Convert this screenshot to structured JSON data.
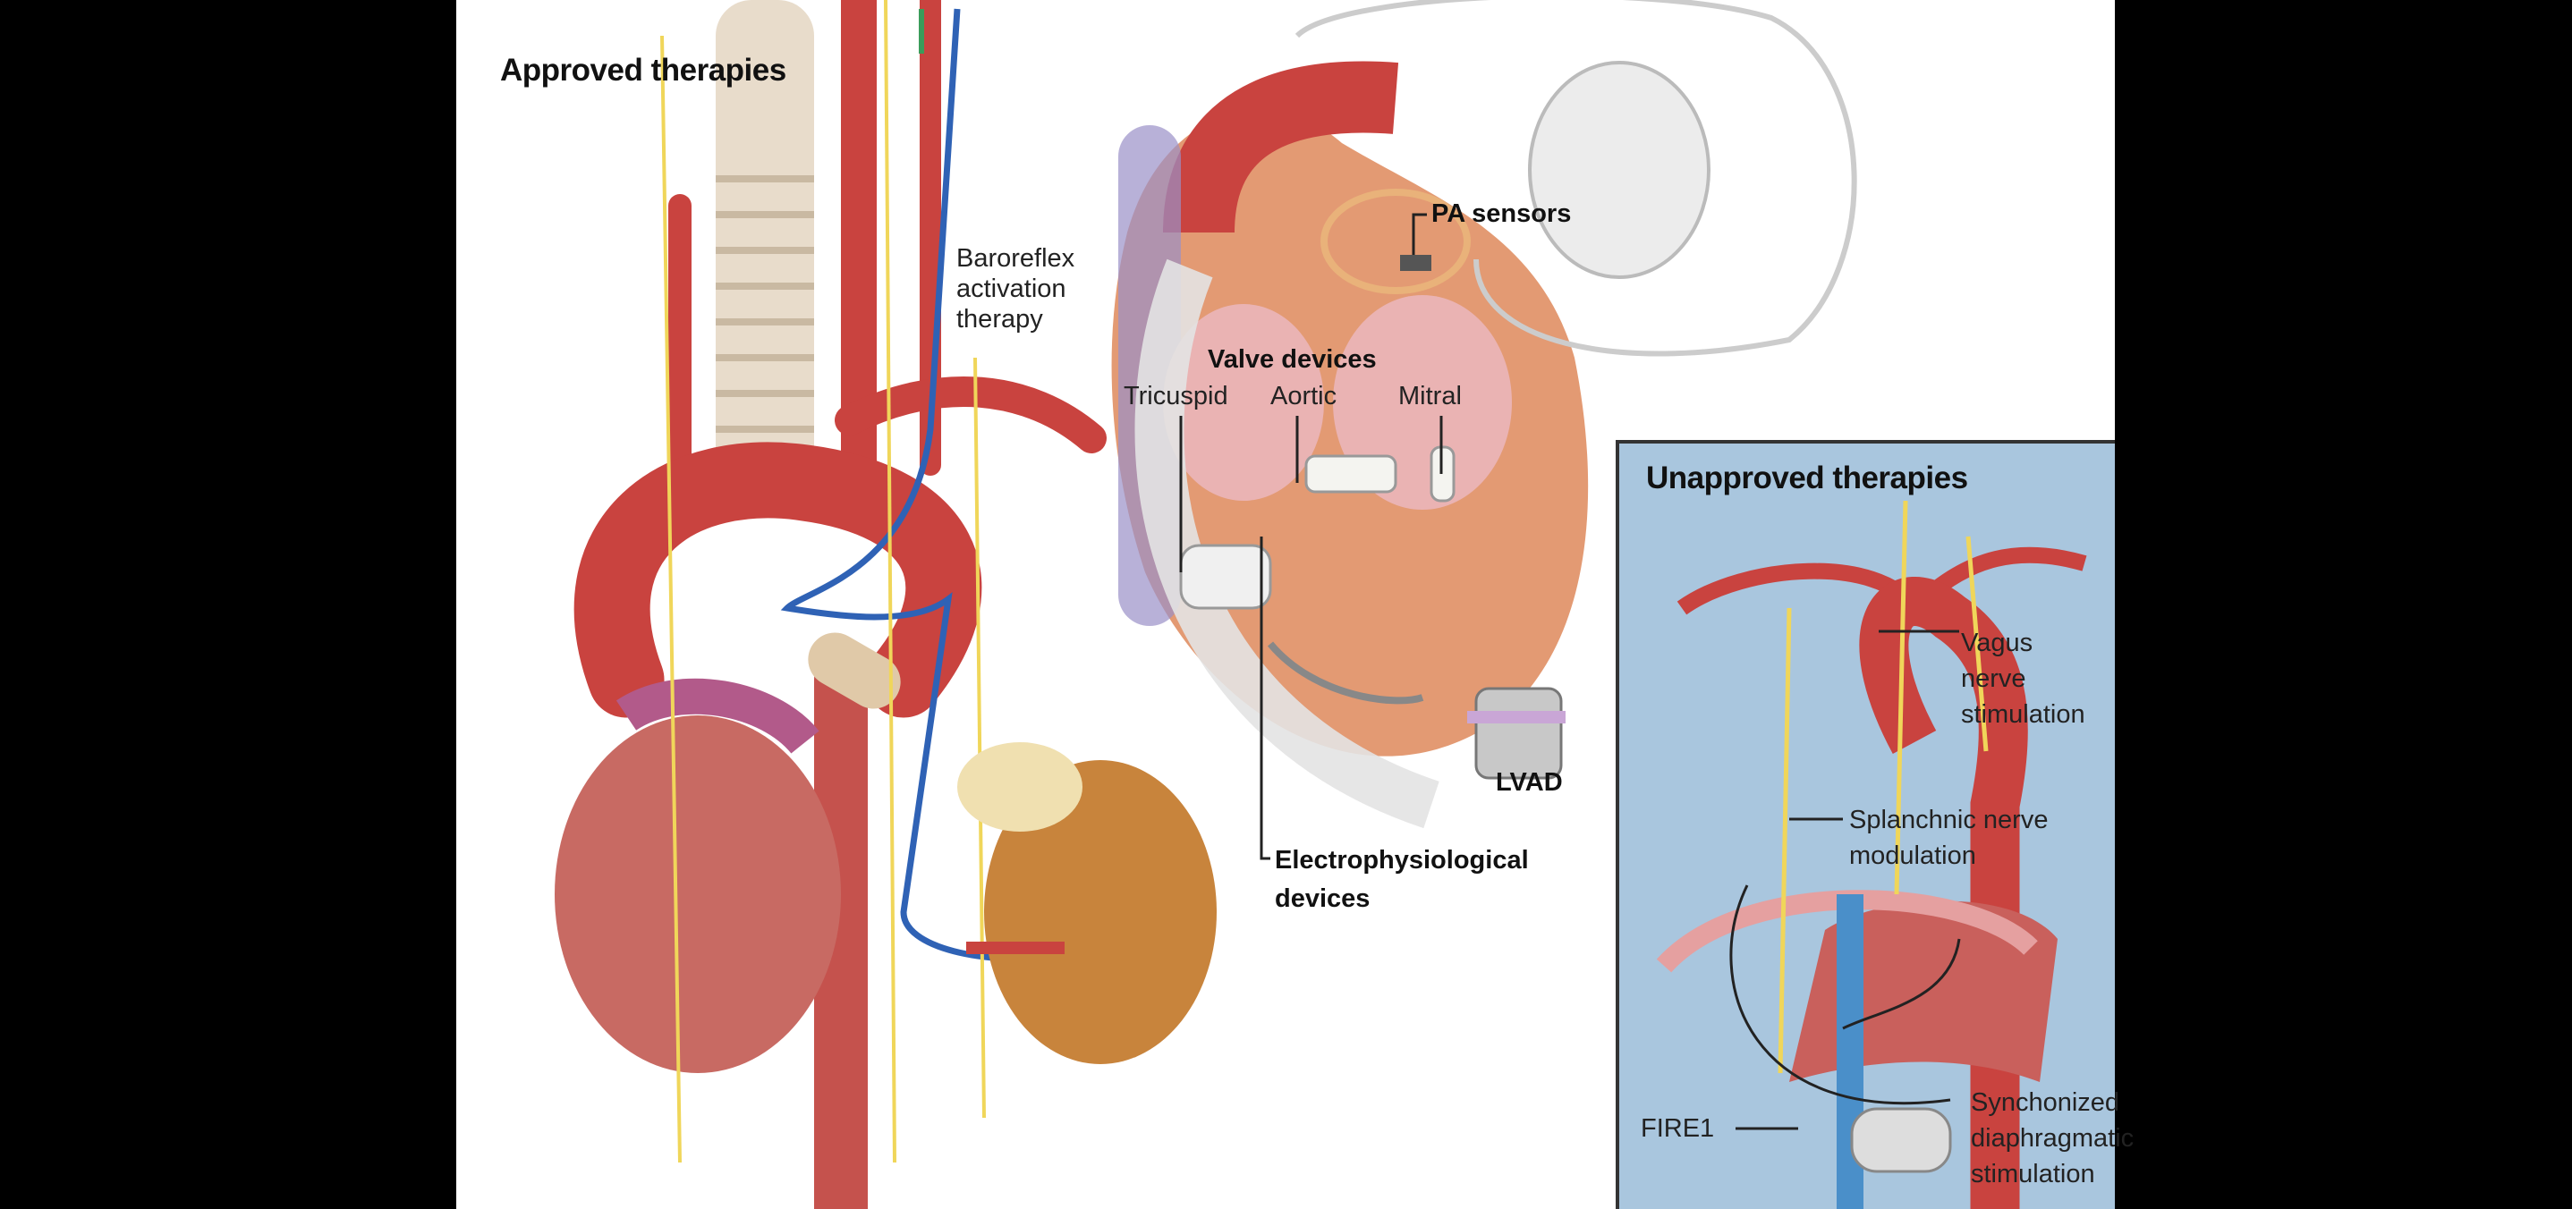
{
  "approved": {
    "title": "Approved therapies",
    "baroreflex": [
      "Baroreflex",
      "activation",
      "therapy"
    ],
    "pa_sensors": "PA sensors",
    "valve_devices": {
      "title": "Valve devices",
      "tricuspid": "Tricuspid",
      "aortic": "Aortic",
      "mitral": "Mitral"
    },
    "lvad": "LVAD",
    "electrophysiological": [
      "Electrophysiological",
      "devices"
    ]
  },
  "unapproved": {
    "title": "Unapproved therapies",
    "vagus": [
      "Vagus",
      "nerve",
      "stimulation"
    ],
    "splanchnic": [
      "Splanchnic nerve",
      "modulation"
    ],
    "fire1": "FIRE1",
    "synchronized": [
      "Synchonized",
      "diaphragmatic",
      "stimulation"
    ]
  },
  "colors": {
    "artery": "#c9433f",
    "vein": "#4a8fc9",
    "nerve": "#f0d65a",
    "inset_bg": "#a9c6de"
  }
}
